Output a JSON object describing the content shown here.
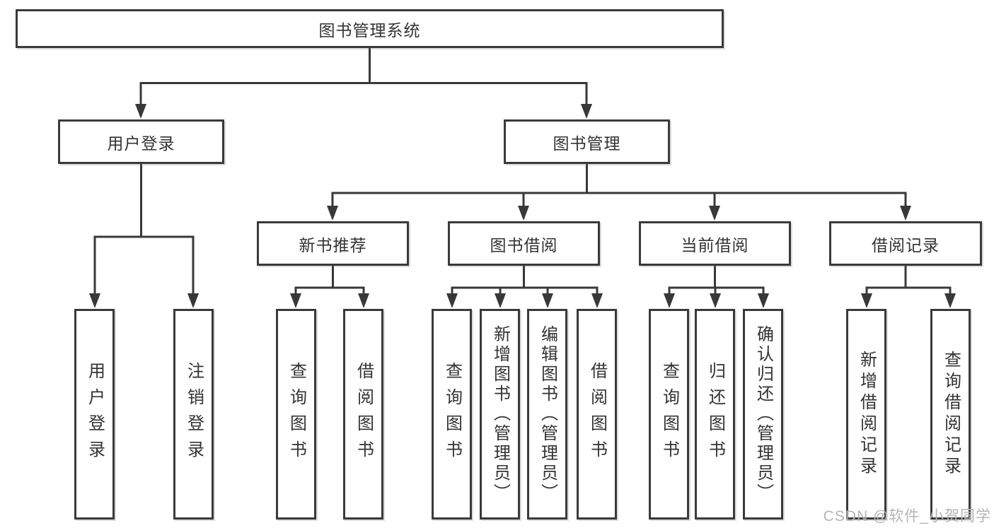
{
  "diagram": {
    "root": {
      "label": "图书管理系统"
    },
    "level2": [
      {
        "label": "用户登录"
      },
      {
        "label": "图书管理"
      }
    ],
    "level3": [
      {
        "label": "新书推荐",
        "parent": "图书管理"
      },
      {
        "label": "图书借阅",
        "parent": "图书管理"
      },
      {
        "label": "当前借阅",
        "parent": "图书管理"
      },
      {
        "label": "借阅记录",
        "parent": "图书管理"
      }
    ],
    "leaves": [
      {
        "label": "用户登录",
        "parent": "用户登录"
      },
      {
        "label": "注销登录",
        "parent": "用户登录"
      },
      {
        "label": "查询图书",
        "parent": "新书推荐"
      },
      {
        "label": "借阅图书",
        "parent": "新书推荐"
      },
      {
        "label": "查询图书",
        "parent": "图书借阅"
      },
      {
        "label": "新增图书（管理员）",
        "parent": "图书借阅"
      },
      {
        "label": "编辑图书（管理员）",
        "parent": "图书借阅"
      },
      {
        "label": "借阅图书",
        "parent": "图书借阅"
      },
      {
        "label": "查询图书",
        "parent": "当前借阅"
      },
      {
        "label": "归还图书",
        "parent": "当前借阅"
      },
      {
        "label": "确认归还（管理员）",
        "parent": "当前借阅"
      },
      {
        "label": "新增借阅记录",
        "parent": "借阅记录"
      },
      {
        "label": "查询借阅记录",
        "parent": "借阅记录"
      }
    ]
  },
  "watermark": "CSDN @软件_小贺同学",
  "colors": {
    "background": "#ffffff",
    "box_border": "#3a3a3a",
    "connector_line": "#383838",
    "text": "#333333",
    "watermark_text": "#b5b5b5"
  }
}
